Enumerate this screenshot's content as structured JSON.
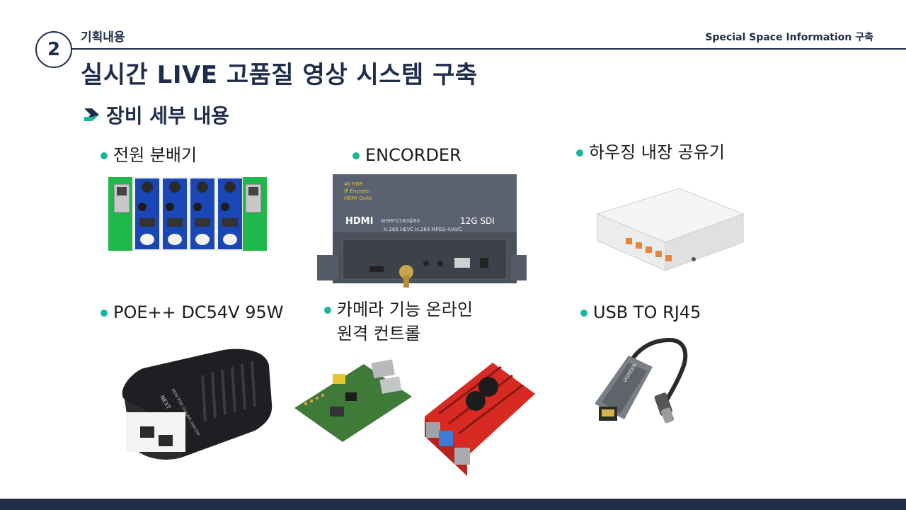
{
  "header": {
    "number": "2",
    "section": "기획내용",
    "right": "Special Space Information 구축"
  },
  "title": "실시간 LIVE 고품질 영상 시스템 구축",
  "subheading": "장비 세부 내용",
  "items": [
    {
      "label": "전원 분배기"
    },
    {
      "label": "ENCORDER"
    },
    {
      "label": "하우징 내장 공유기"
    },
    {
      "label": "POE++ DC54V 95W"
    },
    {
      "label_line1": "카메라 기능 온라인",
      "label_line2": "원격 컨트롤"
    },
    {
      "label": "USB TO RJ45"
    }
  ],
  "encoder_device": {
    "hdmi": "HDMI",
    "spec": "4096*2160@60",
    "sdi": "12G SDI",
    "codecs": "H.265 HEVC  H.264 MPEG-4/AVC",
    "tag1": "4K HDR",
    "tag2": "IP Encoder",
    "tag3": "HDMI Quite"
  },
  "poe_device": {
    "brand": "NEXT",
    "text": "95W POE Gigabit Injector"
  },
  "usb_device": {
    "brand": "UGREEN"
  },
  "colors": {
    "navy": "#1f2d4a",
    "accent": "#17b897"
  }
}
